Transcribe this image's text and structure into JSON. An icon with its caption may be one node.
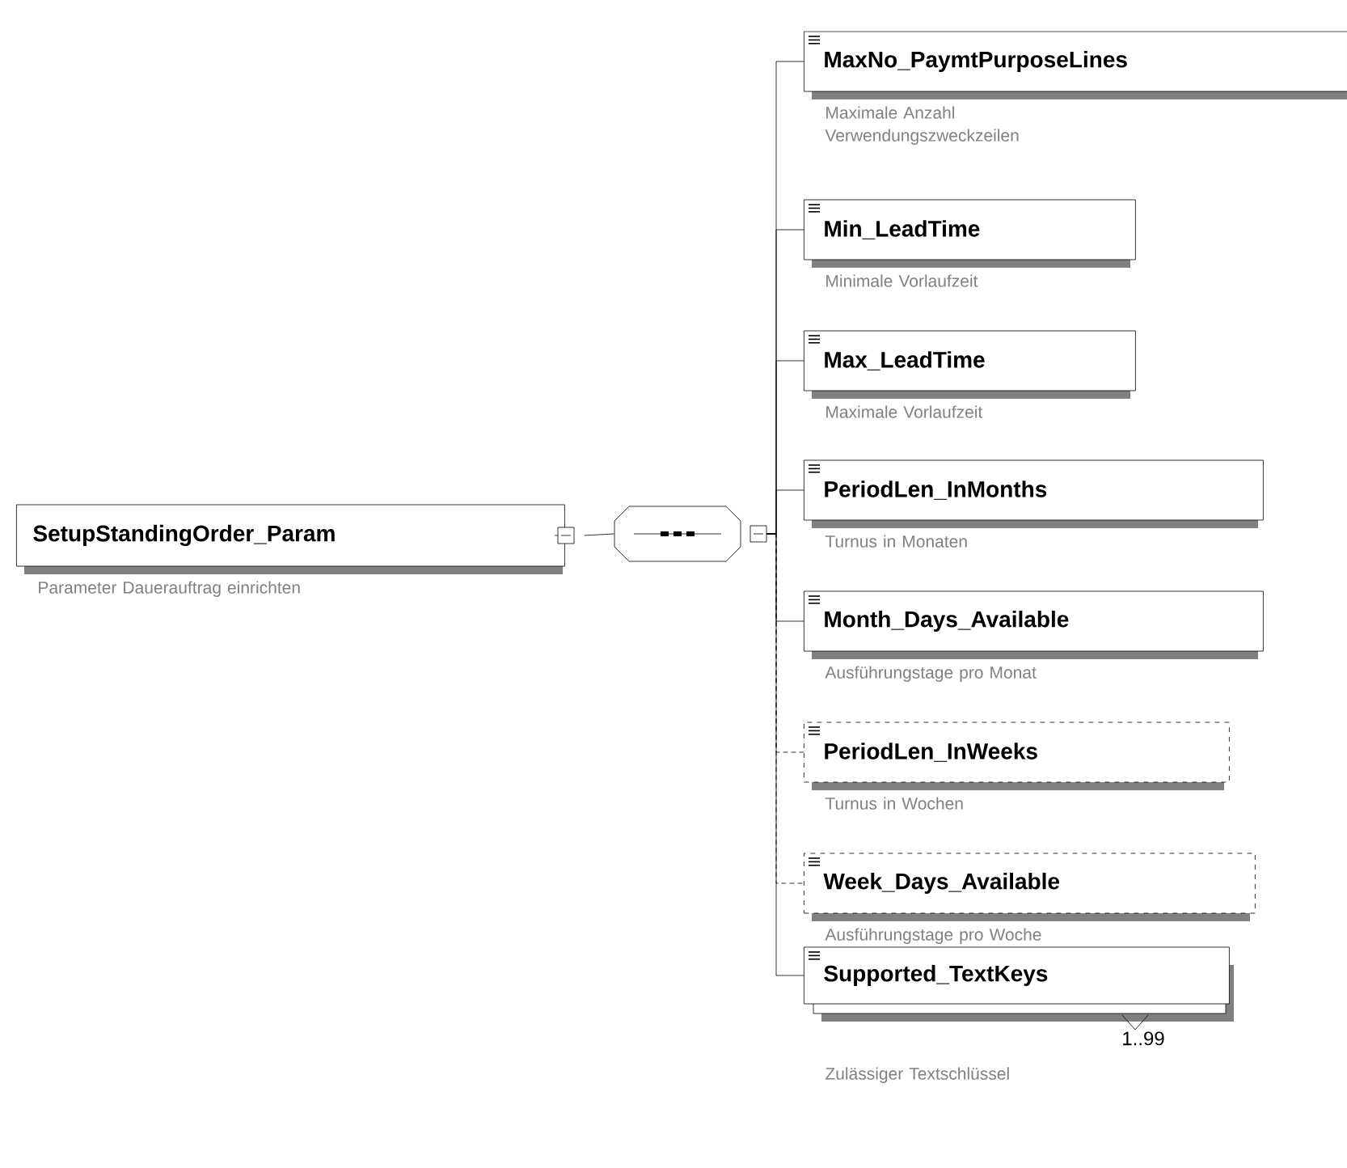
{
  "diagram": {
    "nodes": [
      {
        "text": [
          "SetupStandingOrder_Param"
        ],
        "beside": [
          "Parameter Dauerauftrag einrichten"
        ]
      },
      {
        "text": [],
        "shape": "octagon"
      },
      {
        "text": [
          "MaxNo_PaymtPurposeLines"
        ],
        "beside": [
          "Maximale Anzahl Verwendungszweckzeilen"
        ]
      },
      {
        "text": [
          "Min_LeadTime"
        ],
        "beside": [
          "Minimale Vorlaufzeit"
        ]
      },
      {
        "text": [
          "Max_LeadTime"
        ],
        "beside": [
          "Maximale Vorlaufzeit"
        ]
      },
      {
        "text": [
          "PeriodLen_InMonths"
        ],
        "beside": [
          "Turnus in Monaten"
        ]
      },
      {
        "text": [
          "Month_Days_Available"
        ],
        "beside": [
          "Ausführungstage pro Monat"
        ]
      },
      {
        "text": [
          "PeriodLen_InWeeks"
        ],
        "beside": [
          "Turnus in Wochen"
        ]
      },
      {
        "text": [
          "Week_Days_Available"
        ],
        "beside": [
          "Ausführungstage pro Woche"
        ]
      },
      {
        "text": [
          "Supported_TextKeys"
        ],
        "beside": [
          "1..99",
          "Zulässiger Textschlüssel"
        ]
      }
    ],
    "edges": [
      {
        "from": 0,
        "to": 1,
        "arrow": "none"
      },
      {
        "from": 1,
        "to": 2,
        "arrow": "none"
      },
      {
        "from": 1,
        "to": 3,
        "arrow": "none"
      },
      {
        "from": 1,
        "to": 4,
        "arrow": "none"
      },
      {
        "from": 1,
        "to": 5,
        "arrow": "none"
      },
      {
        "from": 1,
        "to": 6,
        "arrow": "none"
      },
      {
        "from": 1,
        "to": 7,
        "arrow": "none",
        "style": "dashed"
      },
      {
        "from": 1,
        "to": 8,
        "arrow": "none",
        "style": "dashed"
      },
      {
        "from": 1,
        "to": 9,
        "arrow": "none"
      }
    ]
  }
}
